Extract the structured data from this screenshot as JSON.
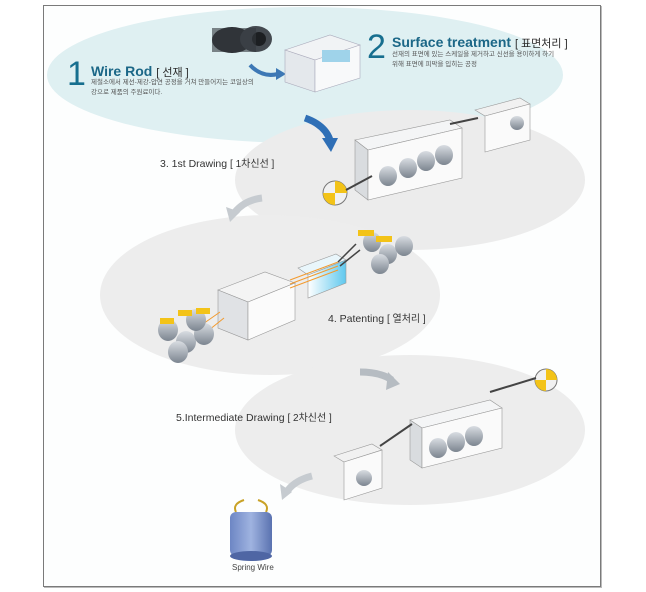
{
  "step1": {
    "number": "1",
    "title": "Wire Rod",
    "title_kr": "[ 선재 ]",
    "desc": "제철소에서 제선-제강-압연 공정을 거쳐 만들어지는 코일상의 강으로 제품의 주원료이다."
  },
  "step2": {
    "number": "2",
    "title": "Surface treatment",
    "title_kr": "[ 표면처리 ]",
    "desc": "선재의 표면에 있는 스케일을 제거하고 신선을 용이하게 하기 위해 표면에 피막을 입히는 공정"
  },
  "step3": {
    "title": "3. 1st Drawing",
    "title_kr": "[ 1차신선 ]"
  },
  "step4": {
    "title": "4. Patenting",
    "title_kr": "[ 열처리 ]"
  },
  "step5": {
    "title": "5.Intermediate Drawing",
    "title_kr": "[ 2차신선 ]"
  },
  "product": {
    "label": "Spring Wire"
  }
}
